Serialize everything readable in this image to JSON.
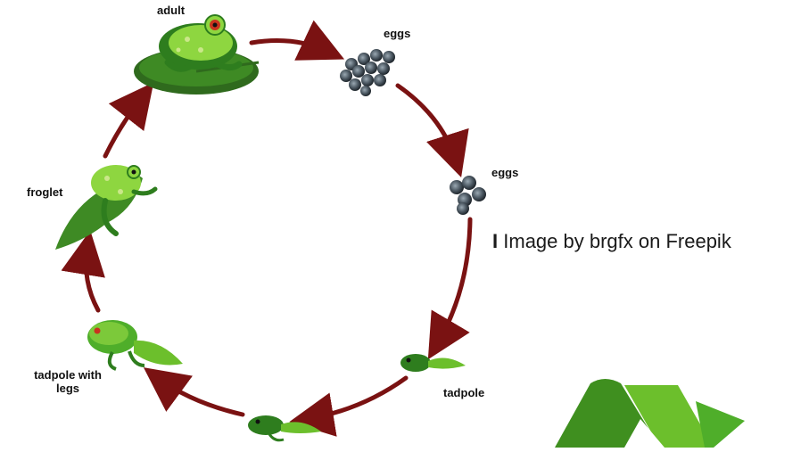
{
  "labels": {
    "adult": "adult",
    "eggs_cluster": "eggs",
    "eggs_small": "eggs",
    "tadpole": "tadpole",
    "tadpole_with_legs_line1": "tadpole with",
    "tadpole_with_legs_line2": "legs",
    "froglet": "froglet"
  },
  "credit": {
    "marker": "I",
    "text": "Image by brgfx on Freepik"
  },
  "colors": {
    "arrow": "#7a1212",
    "frog_dark": "#2e7d1e",
    "frog_light": "#8ed640",
    "lily_pad": "#2f6a1d",
    "egg": "#3b4650",
    "recycle_dark": "#3f8f1f",
    "recycle_light": "#6cbf2c"
  },
  "icons": [
    "adult-frog-icon",
    "lily-pad-icon",
    "egg-cluster-icon",
    "egg-small-icon",
    "tadpole-icon",
    "tadpole-legs-icon",
    "froglet-icon",
    "recycle-icon"
  ]
}
